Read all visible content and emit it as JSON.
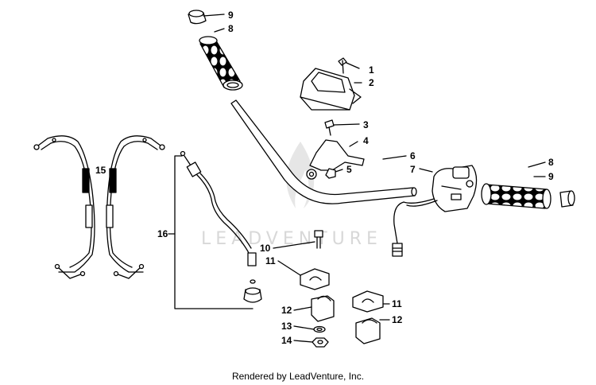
{
  "footer": {
    "credit": "Rendered by LeadVenture, Inc."
  },
  "watermark": {
    "text": "LEADVENTURE"
  },
  "callouts": [
    "9",
    "8",
    "1",
    "2",
    "3",
    "4",
    "5",
    "6",
    "7",
    "8",
    "9",
    "15",
    "16",
    "10",
    "11",
    "12",
    "13",
    "14",
    "11",
    "12"
  ]
}
